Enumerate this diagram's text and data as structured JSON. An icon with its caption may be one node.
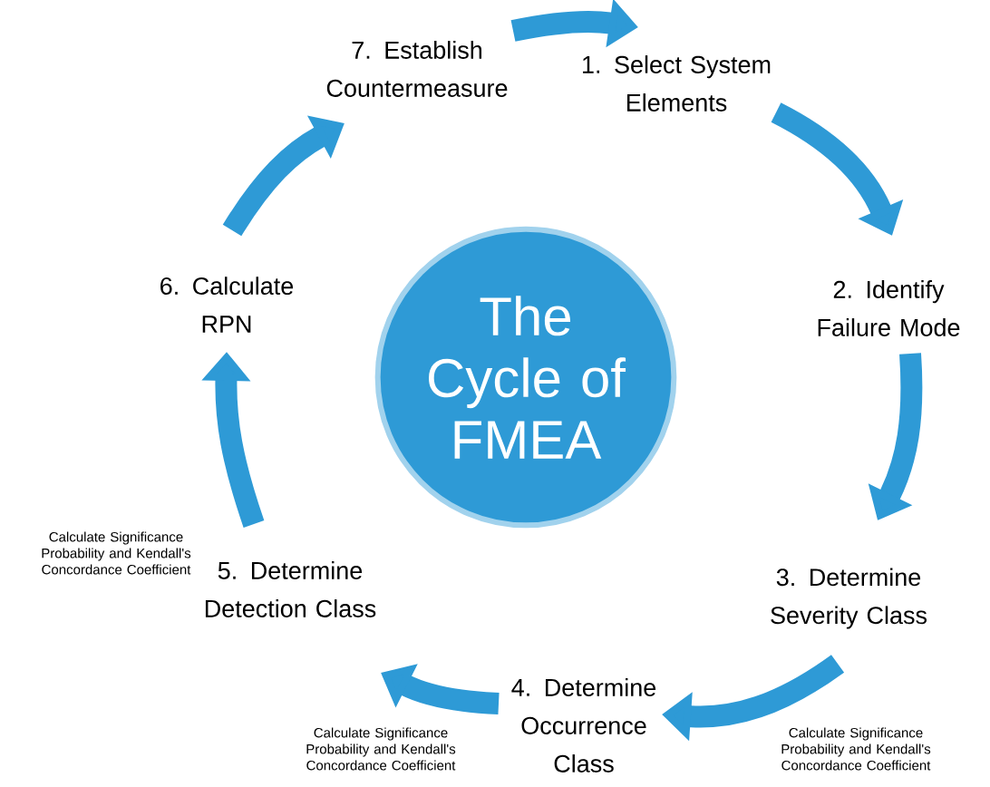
{
  "diagram": {
    "nodes": [
      {
        "text": [
          "The Cycle of FMEA"
        ]
      },
      {
        "text": [
          "1. Select System Elements"
        ]
      },
      {
        "text": [
          "2. Identify Failure Mode"
        ]
      },
      {
        "text": [
          "3. Determine Severity Class"
        ]
      },
      {
        "text": [
          "4. Determine Occurrence Class"
        ]
      },
      {
        "text": [
          "5. Determine Detection Class"
        ]
      },
      {
        "text": [
          "6. Calculate RPN"
        ]
      },
      {
        "text": [
          "7. Establish Countermeasure"
        ]
      }
    ],
    "edges": [
      {
        "from": 7,
        "to": 1,
        "arrow": "to"
      },
      {
        "from": 1,
        "to": 2,
        "arrow": "to"
      },
      {
        "from": 2,
        "to": 3,
        "arrow": "to"
      },
      {
        "from": 3,
        "to": 4,
        "arrow": "to"
      },
      {
        "from": 4,
        "to": 5,
        "arrow": "to"
      },
      {
        "from": 5,
        "to": 6,
        "arrow": "to"
      },
      {
        "from": 6,
        "to": 7,
        "arrow": "to"
      }
    ],
    "labels": [
      "Calculate Significance Probability and Kendall's Concordance Coefficient",
      "Calculate Significance Probability and Kendall's Concordance Coefficient",
      "Calculate Significance Probability and Kendall's Concordance Coefficient"
    ]
  }
}
